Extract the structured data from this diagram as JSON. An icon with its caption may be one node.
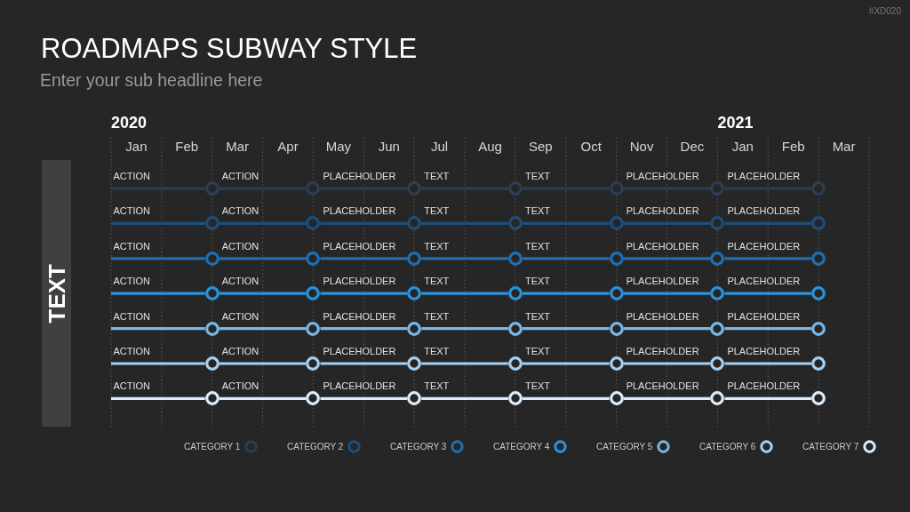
{
  "diagram": {
    "title": "ROADMAPS SUBWAY STYLE",
    "nodes": [
      {
        "text": [
          "TEXT"
        ]
      },
      {
        "text": [],
        "shape": "circle"
      },
      {
        "text": [],
        "shape": "circle"
      },
      {
        "text": [],
        "shape": "circle"
      },
      {
        "text": [],
        "shape": "circle"
      },
      {
        "text": [],
        "shape": "circle"
      },
      {
        "text": [],
        "shape": "circle"
      },
      {
        "text": [],
        "shape": "circle"
      },
      {
        "text": [],
        "shape": "circle"
      },
      {
        "text": [],
        "shape": "circle"
      },
      {
        "text": [],
        "shape": "circle"
      },
      {
        "text": [],
        "shape": "circle"
      },
      {
        "text": [],
        "shape": "circle"
      },
      {
        "text": [],
        "shape": "circle"
      },
      {
        "text": [],
        "shape": "circle"
      },
      {
        "text": [],
        "shape": "circle"
      },
      {
        "text": [],
        "shape": "circle"
      },
      {
        "text": [],
        "shape": "circle"
      },
      {
        "text": [],
        "shape": "circle"
      },
      {
        "text": [],
        "shape": "circle"
      },
      {
        "text": [],
        "shape": "circle"
      },
      {
        "text": [],
        "shape": "circle"
      },
      {
        "text": [],
        "shape": "circle"
      },
      {
        "text": [],
        "shape": "circle"
      },
      {
        "text": [],
        "shape": "circle"
      },
      {
        "text": [],
        "shape": "circle"
      },
      {
        "text": [],
        "shape": "circle"
      },
      {
        "text": [],
        "shape": "circle"
      },
      {
        "text": [],
        "shape": "circle"
      },
      {
        "text": [],
        "shape": "circle"
      },
      {
        "text": [],
        "shape": "circle"
      },
      {
        "text": [],
        "shape": "circle"
      },
      {
        "text": [],
        "shape": "circle"
      },
      {
        "text": [],
        "shape": "circle"
      },
      {
        "text": [],
        "shape": "circle"
      },
      {
        "text": [],
        "shape": "circle"
      },
      {
        "text": [],
        "shape": "circle"
      },
      {
        "text": [],
        "shape": "circle"
      },
      {
        "text": [],
        "shape": "circle"
      },
      {
        "text": [],
        "shape": "circle"
      },
      {
        "text": [],
        "shape": "circle"
      },
      {
        "text": [],
        "shape": "circle"
      },
      {
        "text": [],
        "shape": "circle"
      },
      {
        "text": [],
        "shape": "circle"
      },
      {
        "text": [],
        "shape": "circle"
      },
      {
        "text": [],
        "shape": "circle"
      },
      {
        "text": [],
        "shape": "circle"
      },
      {
        "text": [],
        "shape": "circle"
      },
      {
        "text": [],
        "shape": "circle"
      },
      {
        "text": [],
        "shape": "circle"
      }
    ],
    "edges": [
      {
        "from": null,
        "to": 1,
        "arrow": "none",
        "label": "ACTION",
        "color": "#2a3f55"
      },
      {
        "from": 1,
        "to": 2,
        "arrow": "none",
        "label": "ACTION",
        "color": "#2a3f55"
      },
      {
        "from": 2,
        "to": 3,
        "arrow": "none",
        "label": "PLACEHOLDER",
        "color": "#2a3f55"
      },
      {
        "from": 3,
        "to": 4,
        "arrow": "none",
        "label": "TEXT",
        "color": "#2a3f55"
      },
      {
        "from": 4,
        "to": 5,
        "arrow": "none",
        "label": "TEXT",
        "color": "#2a3f55"
      },
      {
        "from": 5,
        "to": 6,
        "arrow": "none",
        "label": "PLACEHOLDER",
        "color": "#2a3f55"
      },
      {
        "from": 6,
        "to": 7,
        "arrow": "none",
        "label": "PLACEHOLDER",
        "color": "#2a3f55"
      },
      {
        "from": null,
        "to": 8,
        "arrow": "none",
        "label": "ACTION",
        "color": "#1b4f7c"
      },
      {
        "from": 8,
        "to": 9,
        "arrow": "none",
        "label": "ACTION",
        "color": "#1b4f7c"
      },
      {
        "from": 9,
        "to": 10,
        "arrow": "none",
        "label": "PLACEHOLDER",
        "color": "#1b4f7c"
      },
      {
        "from": 10,
        "to": 11,
        "arrow": "none",
        "label": "TEXT",
        "color": "#1b4f7c"
      },
      {
        "from": 11,
        "to": 12,
        "arrow": "none",
        "label": "TEXT",
        "color": "#1b4f7c"
      },
      {
        "from": 12,
        "to": 13,
        "arrow": "none",
        "label": "PLACEHOLDER",
        "color": "#1b4f7c"
      },
      {
        "from": 13,
        "to": 14,
        "arrow": "none",
        "label": "PLACEHOLDER",
        "color": "#1b4f7c"
      },
      {
        "from": null,
        "to": 15,
        "arrow": "none",
        "label": "ACTION",
        "color": "#1f6fb2"
      },
      {
        "from": 15,
        "to": 16,
        "arrow": "none",
        "label": "ACTION",
        "color": "#1f6fb2"
      },
      {
        "from": 16,
        "to": 17,
        "arrow": "none",
        "label": "PLACEHOLDER",
        "color": "#1f6fb2"
      },
      {
        "from": 17,
        "to": 18,
        "arrow": "none",
        "label": "TEXT",
        "color": "#1f6fb2"
      },
      {
        "from": 18,
        "to": 19,
        "arrow": "none",
        "label": "TEXT",
        "color": "#1f6fb2"
      },
      {
        "from": 19,
        "to": 20,
        "arrow": "none",
        "label": "PLACEHOLDER",
        "color": "#1f6fb2"
      },
      {
        "from": 20,
        "to": 21,
        "arrow": "none",
        "label": "PLACEHOLDER",
        "color": "#1f6fb2"
      },
      {
        "from": null,
        "to": 22,
        "arrow": "none",
        "label": "ACTION",
        "color": "#2a93dc"
      },
      {
        "from": 22,
        "to": 23,
        "arrow": "none",
        "label": "ACTION",
        "color": "#2a93dc"
      },
      {
        "from": 23,
        "to": 24,
        "arrow": "none",
        "label": "PLACEHOLDER",
        "color": "#2a93dc"
      },
      {
        "from": 24,
        "to": 25,
        "arrow": "none",
        "label": "TEXT",
        "color": "#2a93dc"
      },
      {
        "from": 25,
        "to": 26,
        "arrow": "none",
        "label": "TEXT",
        "color": "#2a93dc"
      },
      {
        "from": 26,
        "to": 27,
        "arrow": "none",
        "label": "PLACEHOLDER",
        "color": "#2a93dc"
      },
      {
        "from": 27,
        "to": 28,
        "arrow": "none",
        "label": "PLACEHOLDER",
        "color": "#2a93dc"
      },
      {
        "from": null,
        "to": 29,
        "arrow": "none",
        "label": "ACTION",
        "color": "#78b7e6"
      },
      {
        "from": 29,
        "to": 30,
        "arrow": "none",
        "label": "ACTION",
        "color": "#78b7e6"
      },
      {
        "from": 30,
        "to": 31,
        "arrow": "none",
        "label": "PLACEHOLDER",
        "color": "#78b7e6"
      },
      {
        "from": 31,
        "to": 32,
        "arrow": "none",
        "label": "TEXT",
        "color": "#78b7e6"
      },
      {
        "from": 32,
        "to": 33,
        "arrow": "none",
        "label": "TEXT",
        "color": "#78b7e6"
      },
      {
        "from": 33,
        "to": 34,
        "arrow": "none",
        "label": "PLACEHOLDER",
        "color": "#78b7e6"
      },
      {
        "from": 34,
        "to": 35,
        "arrow": "none",
        "label": "PLACEHOLDER",
        "color": "#78b7e6"
      },
      {
        "from": null,
        "to": 36,
        "arrow": "none",
        "label": "ACTION",
        "color": "#a6d0f1"
      },
      {
        "from": 36,
        "to": 37,
        "arrow": "none",
        "label": "ACTION",
        "color": "#a6d0f1"
      },
      {
        "from": 37,
        "to": 38,
        "arrow": "none",
        "label": "PLACEHOLDER",
        "color": "#a6d0f1"
      },
      {
        "from": 38,
        "to": 39,
        "arrow": "none",
        "label": "TEXT",
        "color": "#a6d0f1"
      },
      {
        "from": 39,
        "to": 40,
        "arrow": "none",
        "label": "TEXT",
        "color": "#a6d0f1"
      },
      {
        "from": 40,
        "to": 41,
        "arrow": "none",
        "label": "PLACEHOLDER",
        "color": "#a6d0f1"
      },
      {
        "from": 41,
        "to": 42,
        "arrow": "none",
        "label": "PLACEHOLDER",
        "color": "#a6d0f1"
      },
      {
        "from": null,
        "to": 43,
        "arrow": "none",
        "label": "ACTION",
        "color": "#dcecfb"
      },
      {
        "from": 43,
        "to": 44,
        "arrow": "none",
        "label": "ACTION",
        "color": "#dcecfb"
      },
      {
        "from": 44,
        "to": 45,
        "arrow": "none",
        "label": "PLACEHOLDER",
        "color": "#dcecfb"
      },
      {
        "from": 45,
        "to": 46,
        "arrow": "none",
        "label": "TEXT",
        "color": "#dcecfb"
      },
      {
        "from": 46,
        "to": 47,
        "arrow": "none",
        "label": "TEXT",
        "color": "#dcecfb"
      },
      {
        "from": 47,
        "to": 48,
        "arrow": "none",
        "label": "PLACEHOLDER",
        "color": "#dcecfb"
      },
      {
        "from": 48,
        "to": 49,
        "arrow": "none",
        "label": "PLACEHOLDER",
        "color": "#dcecfb"
      }
    ],
    "labels": [
      "#XD020",
      "Enter your sub headline here",
      "2020",
      "2021",
      "Jan",
      "Feb",
      "Mar",
      "Apr",
      "May",
      "Jun",
      "Jul",
      "Aug",
      "Sep",
      "Oct",
      "Nov",
      "Dec",
      "Jan",
      "Feb",
      "Mar"
    ],
    "legend": [
      {
        "text": "CATEGORY 1",
        "color": "#2a3f55"
      },
      {
        "text": "CATEGORY 2",
        "color": "#1b4f7c"
      },
      {
        "text": "CATEGORY 3",
        "color": "#1f6fb2"
      },
      {
        "text": "CATEGORY 4",
        "color": "#2a93dc"
      },
      {
        "text": "CATEGORY 5",
        "color": "#78b7e6"
      },
      {
        "text": "CATEGORY 6",
        "color": "#a6d0f1"
      },
      {
        "text": "CATEGORY 7",
        "color": "#dcecfb"
      }
    ]
  }
}
